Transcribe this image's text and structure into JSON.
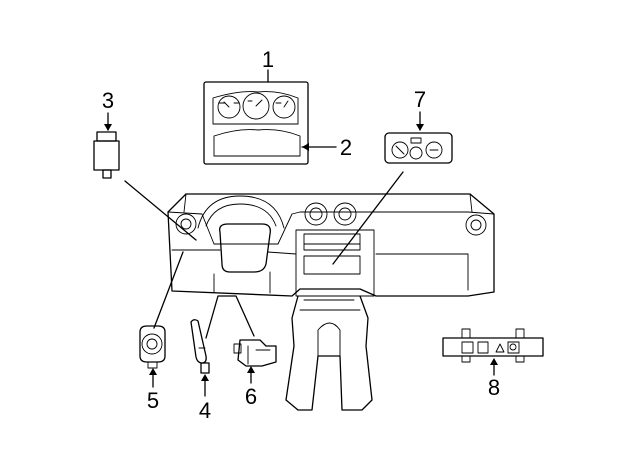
{
  "diagram": {
    "callouts": [
      {
        "id": "instrument-cluster",
        "number": "1"
      },
      {
        "id": "cluster-lens",
        "number": "2"
      },
      {
        "id": "switch-plug",
        "number": "3"
      },
      {
        "id": "steering-column-switch",
        "number": "4"
      },
      {
        "id": "ignition-switch",
        "number": "5"
      },
      {
        "id": "switch-module",
        "number": "6"
      },
      {
        "id": "climate-control-panel",
        "number": "7"
      },
      {
        "id": "hazard-switch-panel",
        "number": "8"
      }
    ]
  }
}
